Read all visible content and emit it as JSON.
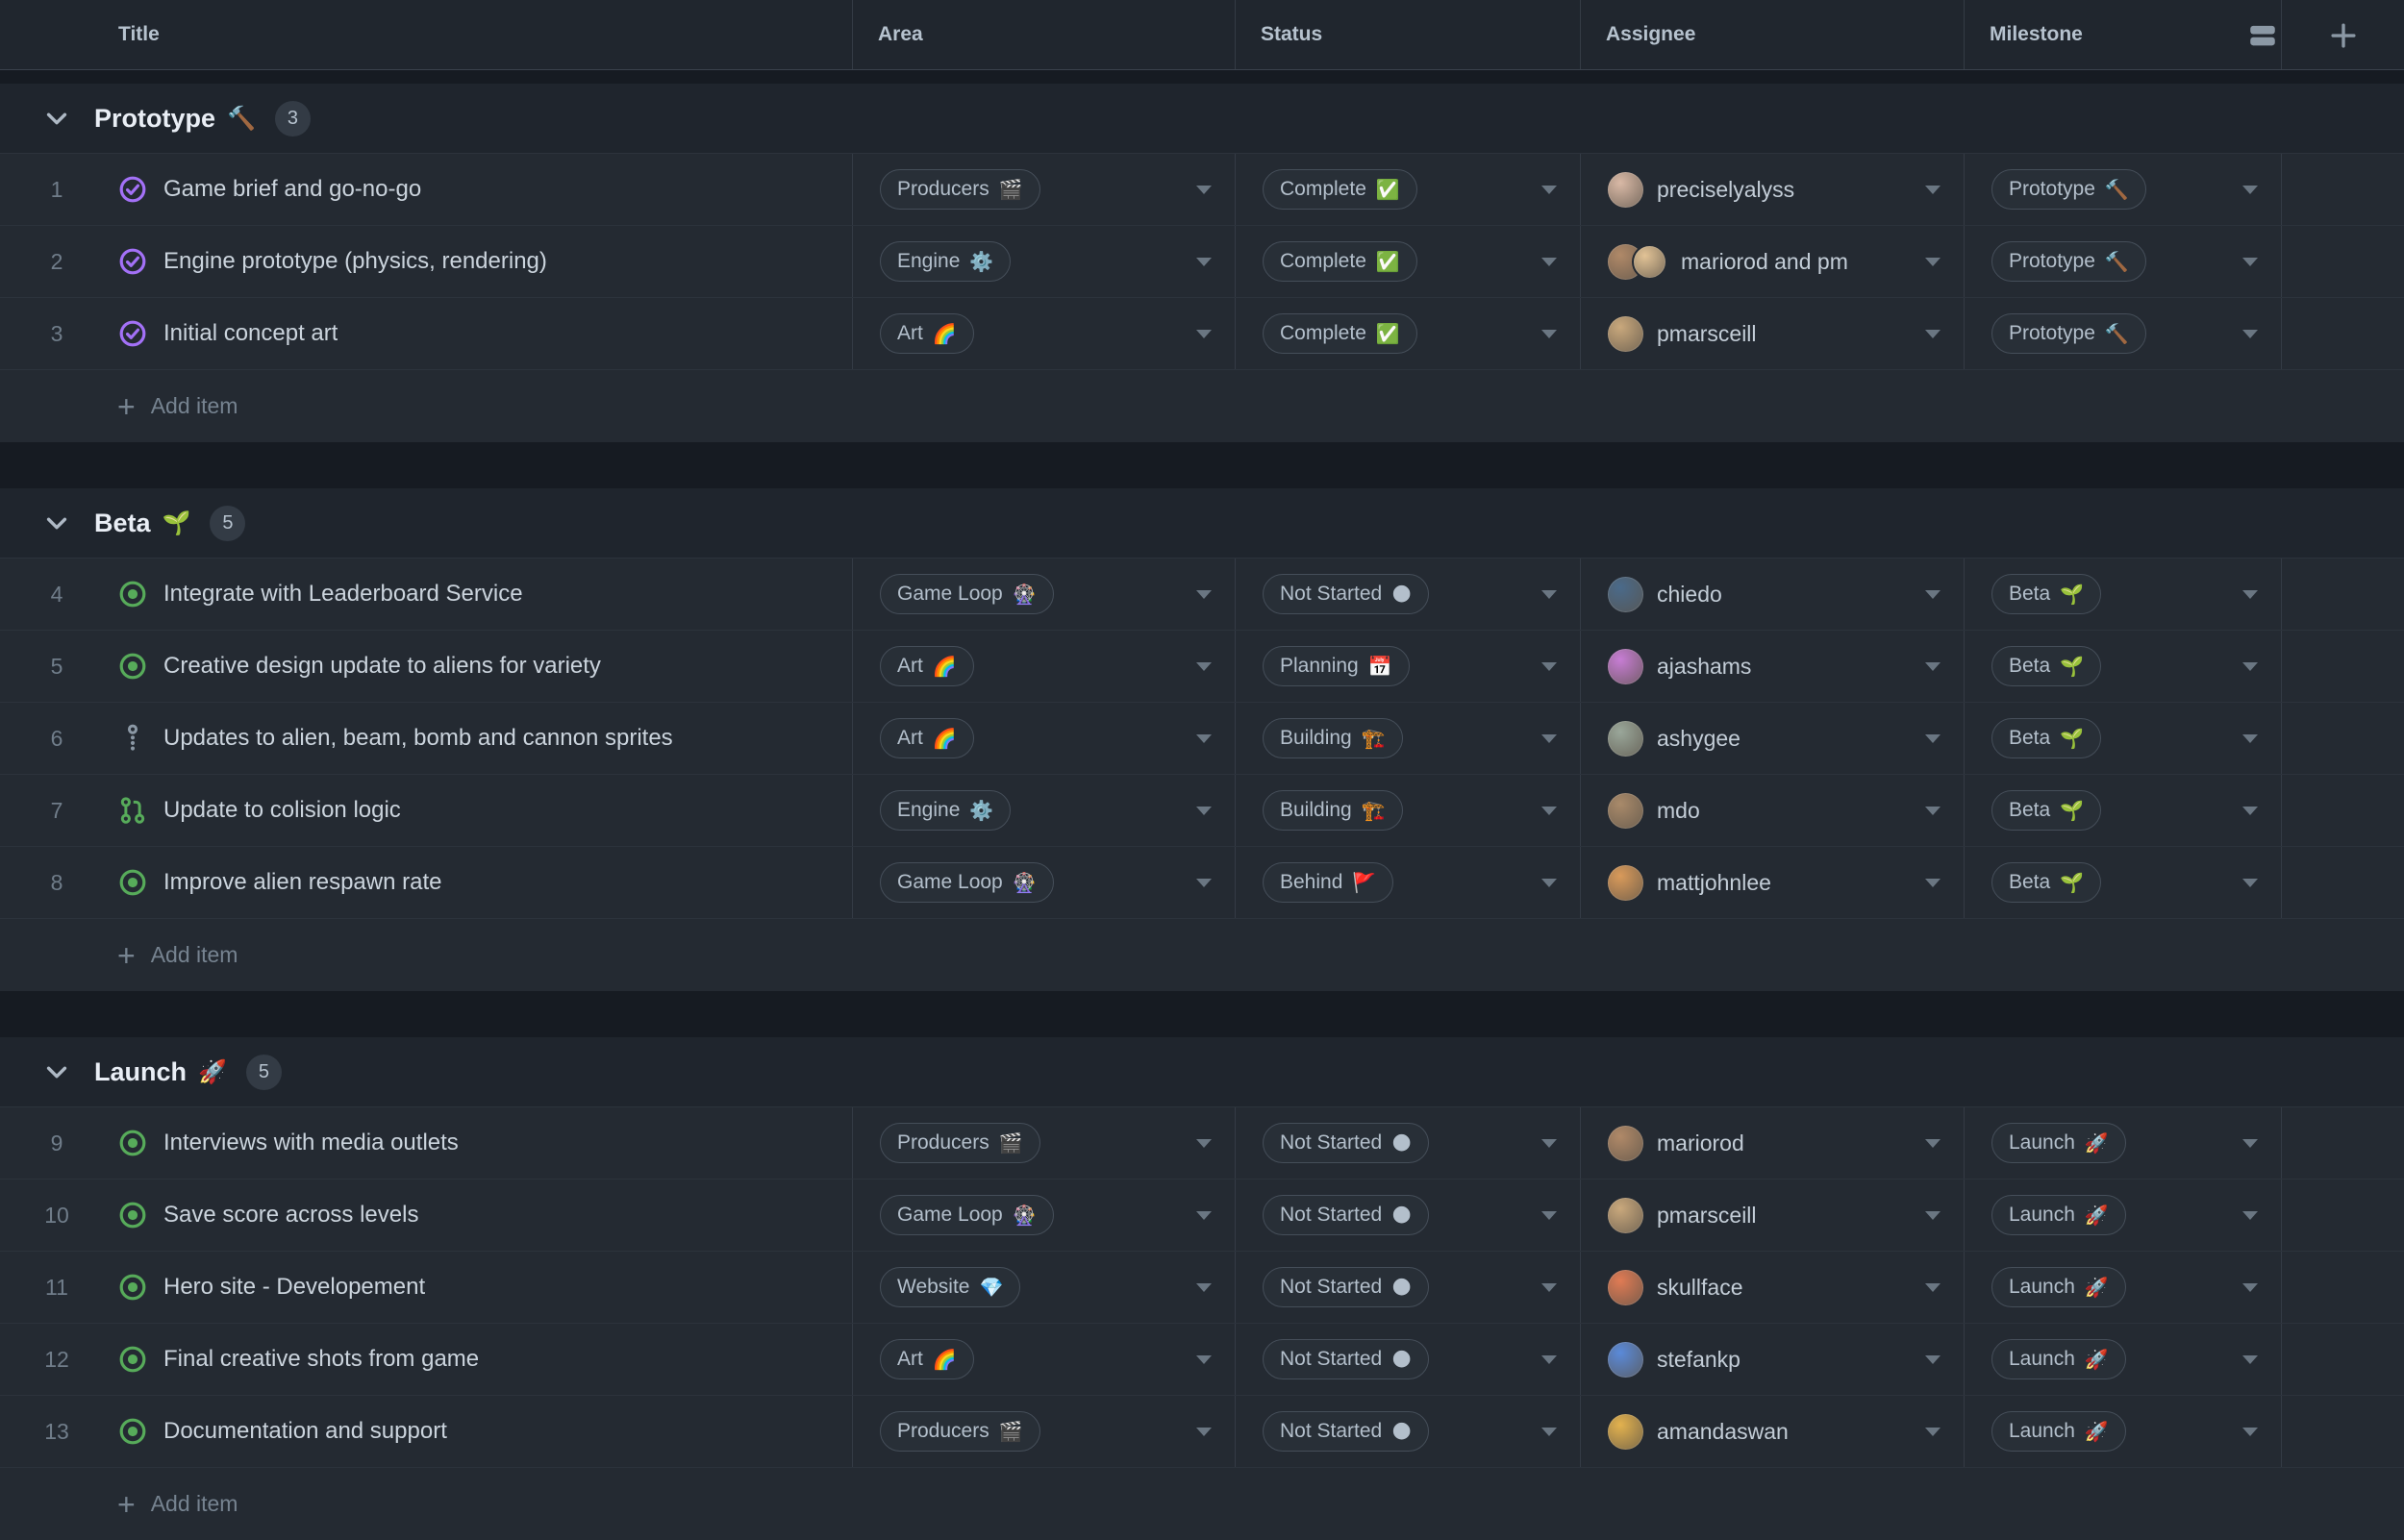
{
  "header": {
    "columns": {
      "title": "Title",
      "area": "Area",
      "status": "Status",
      "assignee": "Assignee",
      "milestone": "Milestone"
    },
    "icons": [
      "rows-icon",
      "plus-icon"
    ]
  },
  "colors": {
    "row_bg": "#242a32",
    "group_header_bg": "#1f252d",
    "canvas_bg": "#161b22",
    "issue_open_green": "#57ab5a",
    "issue_closed_purple": "#a371f7",
    "draft_gray": "#8b98a5",
    "pill_border": "#454e59",
    "text_primary": "#cbd4dd",
    "text_muted": "#768390"
  },
  "groups": [
    {
      "name": "Prototype",
      "emoji": "🔨",
      "count": "3",
      "add_label": "Add item",
      "rows": [
        {
          "num": "1",
          "state": "issue-closed",
          "title": "Game brief and go-no-go",
          "area": {
            "label": "Producers",
            "emoji": "🎬"
          },
          "status": {
            "label": "Complete",
            "emoji": "✅"
          },
          "assignee": {
            "label": "preciselyalyss",
            "avatars": [
              {
                "name": "preciselyalyss",
                "color": "#d9b9a6"
              }
            ]
          },
          "milestone": {
            "label": "Prototype",
            "emoji": "🔨"
          }
        },
        {
          "num": "2",
          "state": "issue-closed",
          "title": "Engine prototype (physics, rendering)",
          "area": {
            "label": "Engine",
            "emoji": "⚙️"
          },
          "status": {
            "label": "Complete",
            "emoji": "✅"
          },
          "assignee": {
            "label": "mariorod and pm",
            "avatars": [
              {
                "name": "mariorod",
                "color": "#b08968"
              },
              {
                "name": "pm",
                "color": "#e2c396"
              }
            ]
          },
          "milestone": {
            "label": "Prototype",
            "emoji": "🔨"
          }
        },
        {
          "num": "3",
          "state": "issue-closed",
          "title": "Initial concept art",
          "area": {
            "label": "Art",
            "emoji": "🌈"
          },
          "status": {
            "label": "Complete",
            "emoji": "✅"
          },
          "assignee": {
            "label": "pmarsceill",
            "avatars": [
              {
                "name": "pmarsceill",
                "color": "#c9a87c"
              }
            ]
          },
          "milestone": {
            "label": "Prototype",
            "emoji": "🔨"
          }
        }
      ]
    },
    {
      "name": "Beta",
      "emoji": "🌱",
      "count": "5",
      "add_label": "Add item",
      "rows": [
        {
          "num": "4",
          "state": "issue-open",
          "title": "Integrate with Leaderboard Service",
          "area": {
            "label": "Game Loop",
            "emoji": "🎡"
          },
          "status": {
            "label": "Not Started",
            "emoji": "🌑"
          },
          "assignee": {
            "label": "chiedo",
            "avatars": [
              {
                "name": "chiedo",
                "color": "#4a6a8a"
              }
            ]
          },
          "milestone": {
            "label": "Beta",
            "emoji": "🌱"
          }
        },
        {
          "num": "5",
          "state": "issue-open",
          "title": "Creative design update to aliens for variety",
          "area": {
            "label": "Art",
            "emoji": "🌈"
          },
          "status": {
            "label": "Planning",
            "emoji": "📅"
          },
          "assignee": {
            "label": "ajashams",
            "avatars": [
              {
                "name": "ajashams",
                "color": "#c77dd4"
              }
            ]
          },
          "milestone": {
            "label": "Beta",
            "emoji": "🌱"
          }
        },
        {
          "num": "6",
          "state": "pr-draft",
          "title": "Updates to alien, beam, bomb and cannon sprites",
          "area": {
            "label": "Art",
            "emoji": "🌈"
          },
          "status": {
            "label": "Building",
            "emoji": "🏗️"
          },
          "assignee": {
            "label": "ashygee",
            "avatars": [
              {
                "name": "ashygee",
                "color": "#9aa79a"
              }
            ]
          },
          "milestone": {
            "label": "Beta",
            "emoji": "🌱"
          }
        },
        {
          "num": "7",
          "state": "pr-open",
          "title": "Update to colision logic",
          "area": {
            "label": "Engine",
            "emoji": "⚙️"
          },
          "status": {
            "label": "Building",
            "emoji": "🏗️"
          },
          "assignee": {
            "label": "mdo",
            "avatars": [
              {
                "name": "mdo",
                "color": "#a98a6a"
              }
            ]
          },
          "milestone": {
            "label": "Beta",
            "emoji": "🌱"
          }
        },
        {
          "num": "8",
          "state": "issue-open",
          "title": "Improve alien respawn rate",
          "area": {
            "label": "Game Loop",
            "emoji": "🎡"
          },
          "status": {
            "label": "Behind",
            "emoji": "🚩"
          },
          "assignee": {
            "label": "mattjohnlee",
            "avatars": [
              {
                "name": "mattjohnlee",
                "color": "#d99a5a"
              }
            ]
          },
          "milestone": {
            "label": "Beta",
            "emoji": "🌱"
          }
        }
      ]
    },
    {
      "name": "Launch",
      "emoji": "🚀",
      "count": "5",
      "add_label": "Add item",
      "rows": [
        {
          "num": "9",
          "state": "issue-open",
          "title": "Interviews with media outlets",
          "area": {
            "label": "Producers",
            "emoji": "🎬"
          },
          "status": {
            "label": "Not Started",
            "emoji": "🌑"
          },
          "assignee": {
            "label": "mariorod",
            "avatars": [
              {
                "name": "mariorod",
                "color": "#b08968"
              }
            ]
          },
          "milestone": {
            "label": "Launch",
            "emoji": "🚀"
          }
        },
        {
          "num": "10",
          "state": "issue-open",
          "title": "Save score across levels",
          "area": {
            "label": "Game Loop",
            "emoji": "🎡"
          },
          "status": {
            "label": "Not Started",
            "emoji": "🌑"
          },
          "assignee": {
            "label": "pmarsceill",
            "avatars": [
              {
                "name": "pmarsceill",
                "color": "#c9a87c"
              }
            ]
          },
          "milestone": {
            "label": "Launch",
            "emoji": "🚀"
          }
        },
        {
          "num": "11",
          "state": "issue-open",
          "title": "Hero site - Developement",
          "area": {
            "label": "Website",
            "emoji": "💎"
          },
          "status": {
            "label": "Not Started",
            "emoji": "🌑"
          },
          "assignee": {
            "label": "skullface",
            "avatars": [
              {
                "name": "skullface",
                "color": "#e07b54"
              }
            ]
          },
          "milestone": {
            "label": "Launch",
            "emoji": "🚀"
          }
        },
        {
          "num": "12",
          "state": "issue-open",
          "title": "Final creative shots from game",
          "area": {
            "label": "Art",
            "emoji": "🌈"
          },
          "status": {
            "label": "Not Started",
            "emoji": "🌑"
          },
          "assignee": {
            "label": "stefankp",
            "avatars": [
              {
                "name": "stefankp",
                "color": "#5a8ad9"
              }
            ]
          },
          "milestone": {
            "label": "Launch",
            "emoji": "🚀"
          }
        },
        {
          "num": "13",
          "state": "issue-open",
          "title": "Documentation and support",
          "area": {
            "label": "Producers",
            "emoji": "🎬"
          },
          "status": {
            "label": "Not Started",
            "emoji": "🌑"
          },
          "assignee": {
            "label": "amandaswan",
            "avatars": [
              {
                "name": "amandaswan",
                "color": "#e3b24e"
              }
            ]
          },
          "milestone": {
            "label": "Launch",
            "emoji": "🚀"
          }
        }
      ]
    }
  ]
}
